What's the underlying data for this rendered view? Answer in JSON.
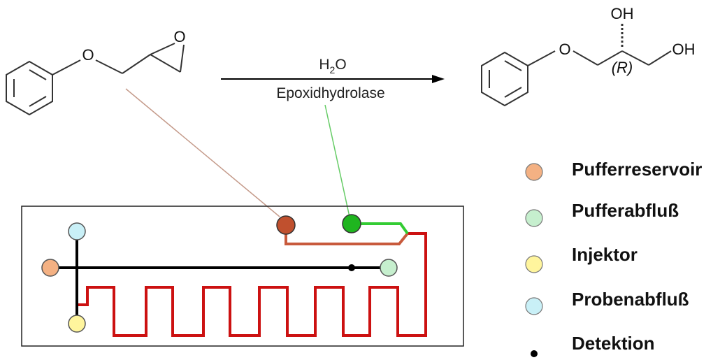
{
  "reaction": {
    "reagent_prefix": "H",
    "reagent_subscript": "2",
    "reagent_suffix": "O",
    "enzyme": "Epoxidhydrolase"
  },
  "reactant": {
    "ether_oxygen": "O",
    "epoxide_oxygen": "O"
  },
  "product": {
    "ether_oxygen": "O",
    "hydroxyl_top": "OH",
    "hydroxyl_right": "OH",
    "stereo_label": "(R)"
  },
  "legend": {
    "items": [
      {
        "label": "Pufferreservoir",
        "color": "#f4b183"
      },
      {
        "label": "Pufferabfluß",
        "color": "#c6efce"
      },
      {
        "label": "Injektor",
        "color": "#fff59d"
      },
      {
        "label": "Probenabfluß",
        "color": "#c9f0f7"
      },
      {
        "label": "Detektion",
        "color": "#000000"
      }
    ]
  },
  "colors": {
    "channel_red": "#cc1111",
    "channel_green": "#33cc33",
    "channel_brown": "#c85a3c",
    "channel_black": "#000000",
    "reservoir_brown": "#c0502e",
    "reservoir_green": "#1fb51f",
    "link_tan": "#c49a8a",
    "link_green": "#66cc66"
  }
}
